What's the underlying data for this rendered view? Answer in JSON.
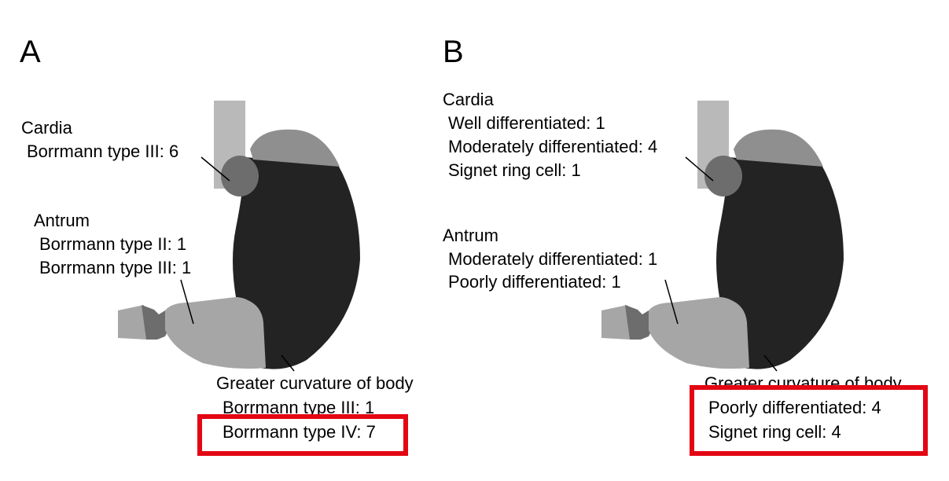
{
  "colors": {
    "highlight": "#e30613",
    "body": "#232323",
    "light": "#a6a6a6",
    "medium": "#8f8f8f",
    "dark": "#6d6d6d",
    "esophagus": "#b9b9b9"
  },
  "panel_a": {
    "label": "A",
    "cardia": {
      "title": "Cardia",
      "lines": [
        "Borrmann type III: 6"
      ]
    },
    "antrum": {
      "title": "Antrum",
      "lines": [
        "Borrmann type II: 1",
        "Borrmann type III: 1"
      ]
    },
    "greater_curvature": {
      "title": "Greater curvature of body",
      "lines": [
        "Borrmann type III: 1",
        "Borrmann type IV: 7"
      ]
    }
  },
  "panel_b": {
    "label": "B",
    "cardia": {
      "title": "Cardia",
      "lines": [
        "Well differentiated: 1",
        "Moderately differentiated: 4",
        "Signet ring cell: 1"
      ]
    },
    "antrum": {
      "title": "Antrum",
      "lines": [
        "Moderately differentiated: 1",
        "Poorly differentiated: 1"
      ]
    },
    "greater_curvature": {
      "title": "Greater curvature of body",
      "lines": [
        "Poorly differentiated: 4",
        "Signet ring cell: 4"
      ]
    }
  }
}
